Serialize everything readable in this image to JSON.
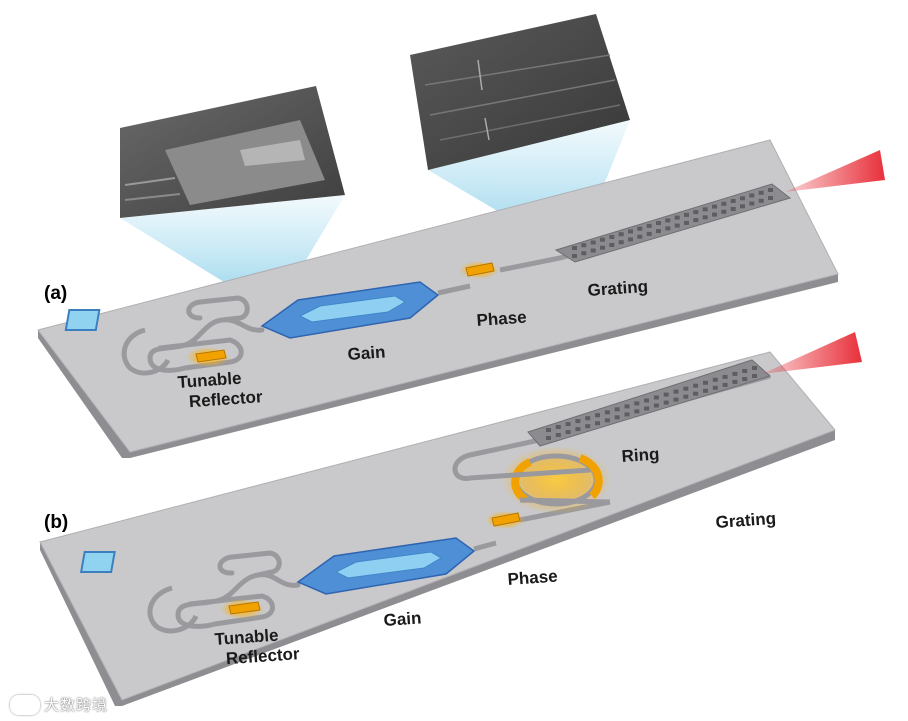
{
  "panels": [
    {
      "id": "a",
      "label": "(a)",
      "components": {
        "reflector": "Tunable\nReflector",
        "gain": "Gain",
        "phase": "Phase",
        "grating": "Grating"
      }
    },
    {
      "id": "b",
      "label": "(b)",
      "components": {
        "reflector": "Tunable\nReflector",
        "gain": "Gain",
        "phase": "Phase",
        "ring": "Ring",
        "grating": "Grating"
      }
    }
  ],
  "watermark": "大数跨境",
  "colors": {
    "platform_top": "#c8c8ca",
    "platform_edge": "#8e8e92",
    "waveguide": "#9a9a9e",
    "gain_blue": "#5a9fe0",
    "heater_orange": "#f2a200",
    "beam_red": "#e8303a",
    "sem_highlight": "#9fd8ee"
  }
}
